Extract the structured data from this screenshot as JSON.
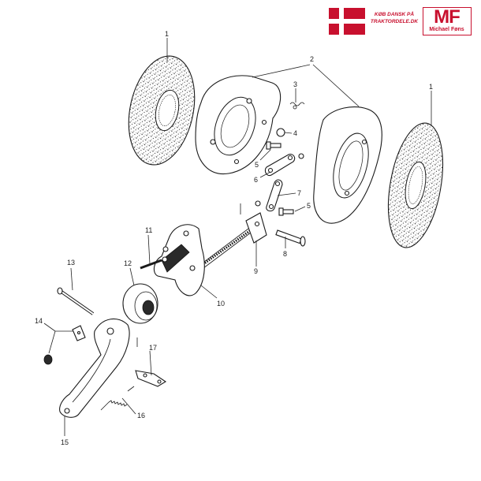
{
  "banner": {
    "line1": "KØB DANSK PÅ",
    "line2": "TRAKTORDELE.DK",
    "logo": "MF",
    "name": "Michael Føns",
    "flag_color": "#c8102e"
  },
  "labels": {
    "l1a": "1",
    "l1b": "1",
    "l2": "2",
    "l3": "3",
    "l4": "4",
    "l5a": "5",
    "l5b": "5",
    "l6": "6",
    "l7": "7",
    "l8": "8",
    "l9": "9",
    "l10": "10",
    "l11": "11",
    "l12": "12",
    "l13": "13",
    "l14": "14",
    "l15": "15",
    "l16": "16",
    "l17": "17"
  }
}
